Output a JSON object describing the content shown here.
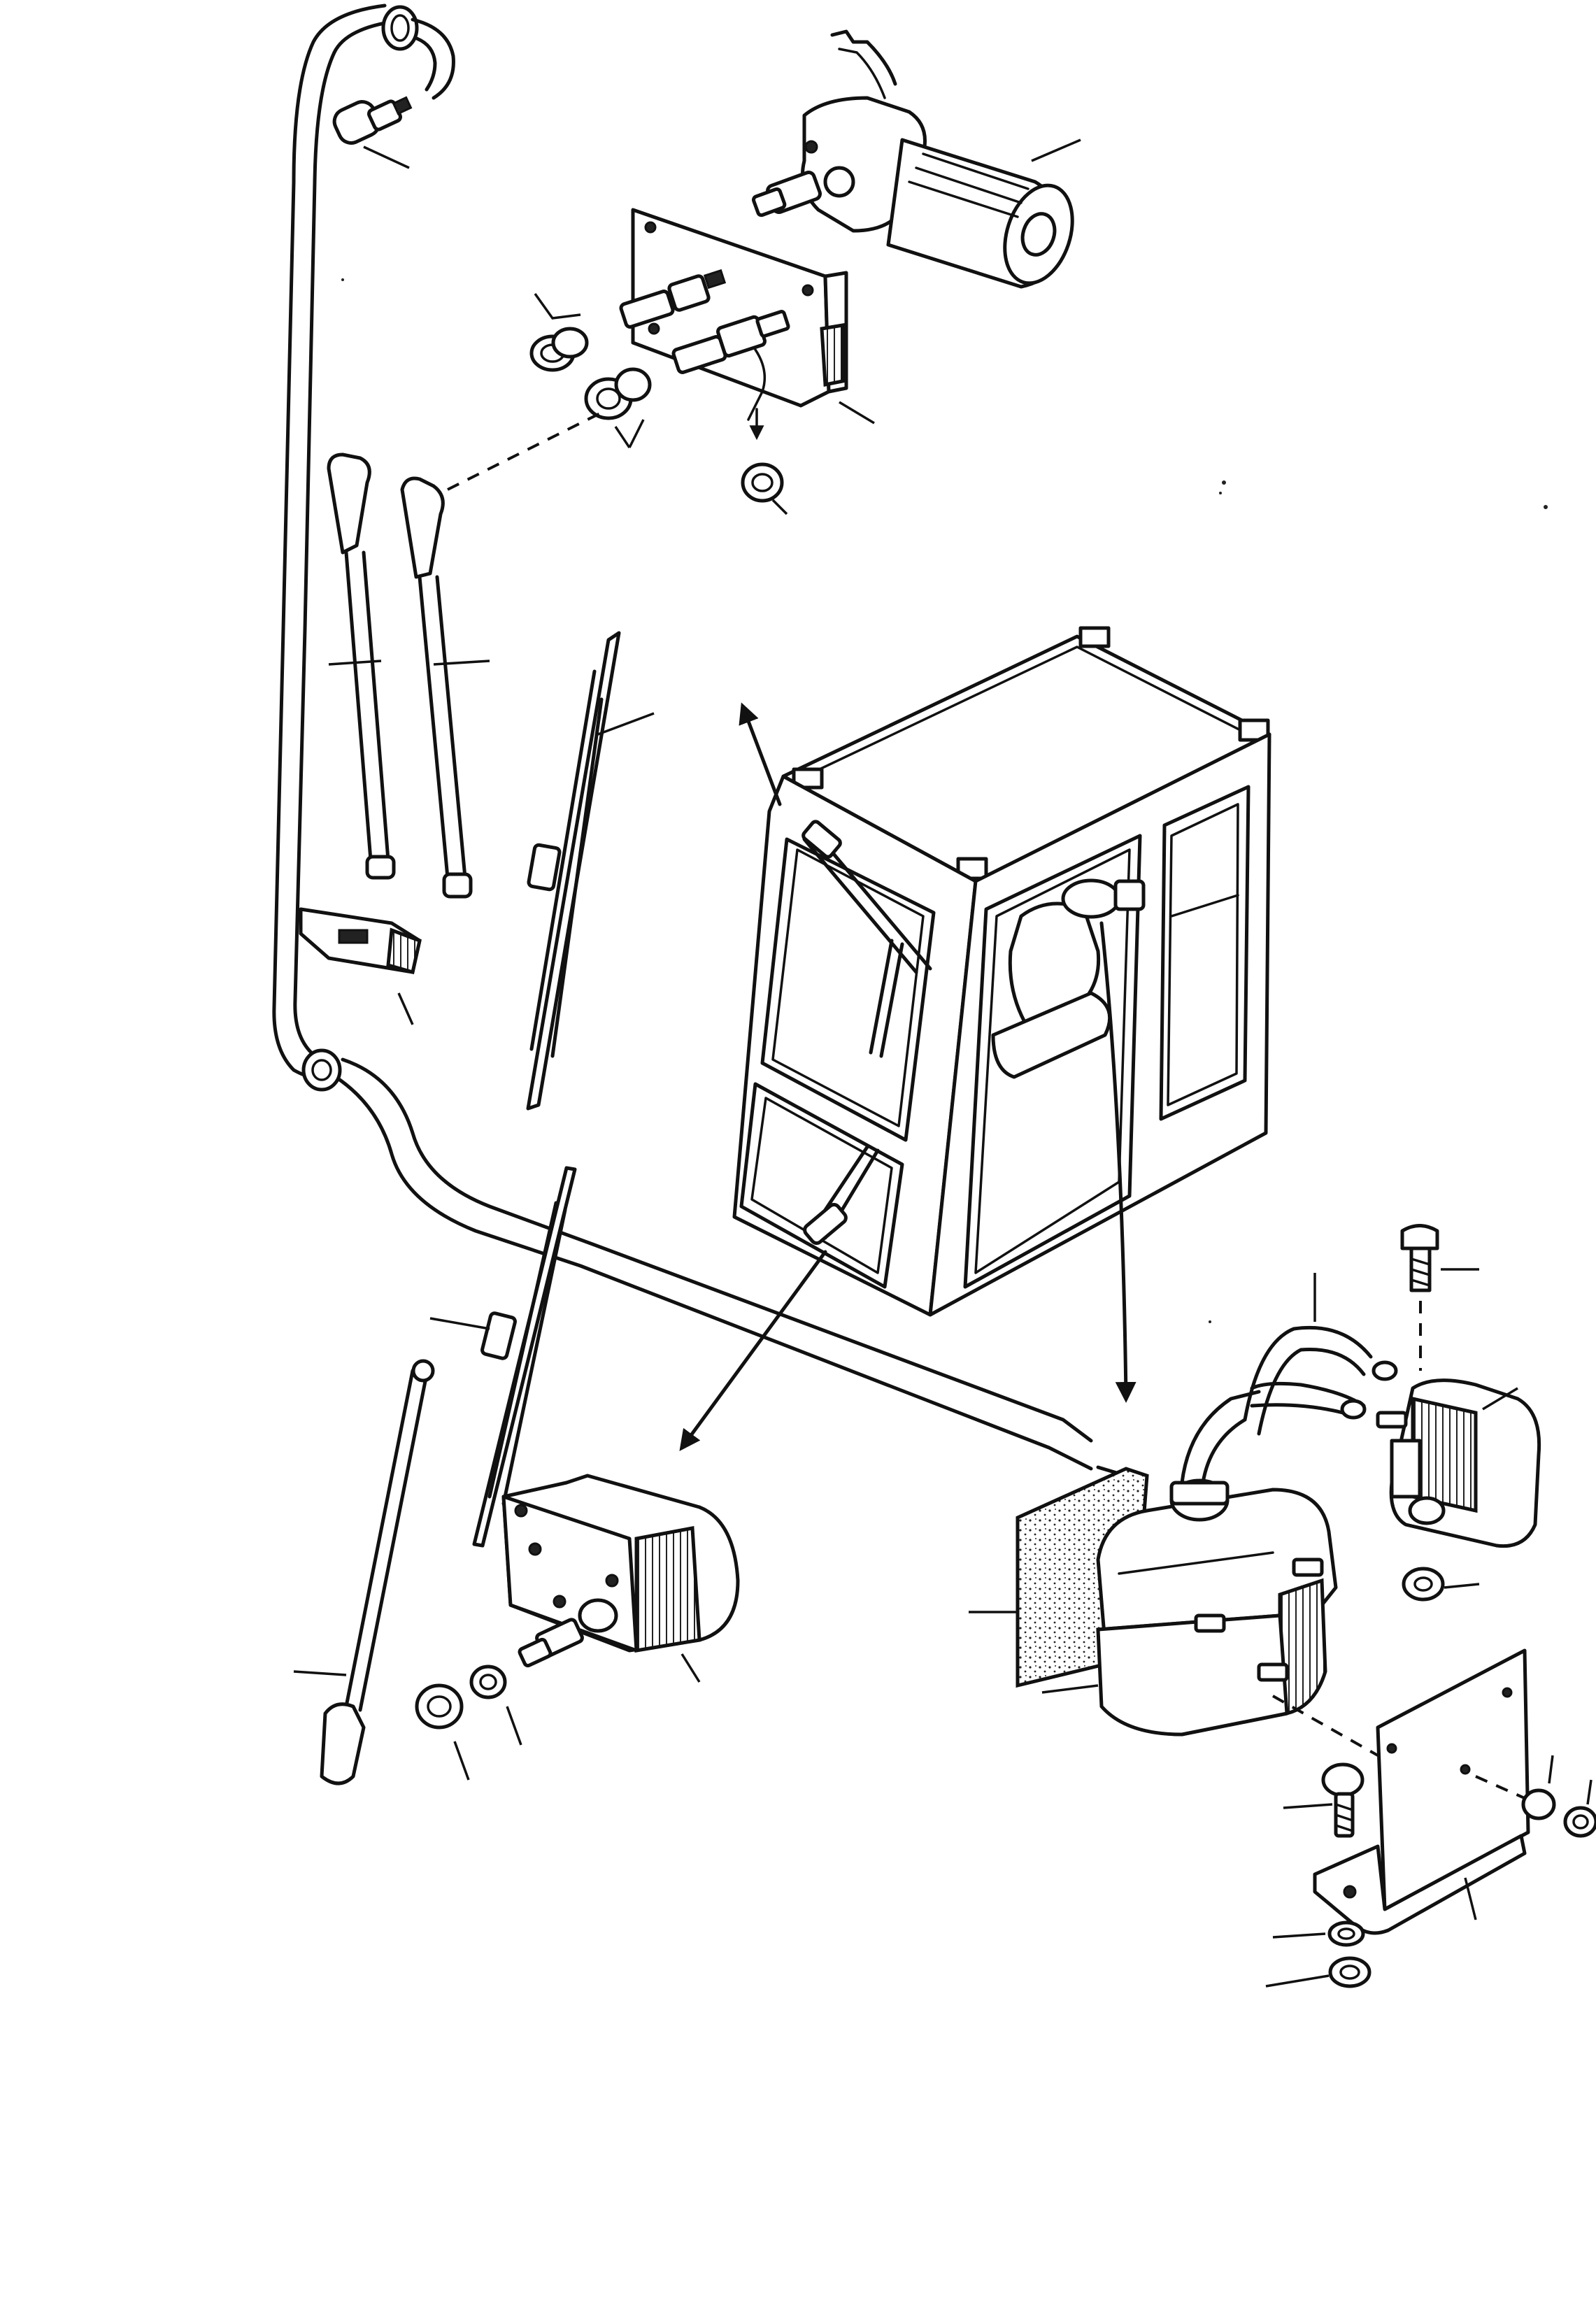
{
  "diagram": {
    "type": "exploded-parts-view",
    "text_labels": [],
    "components": [
      {
        "id": "rear-washer-hose",
        "shape": "hose"
      },
      {
        "id": "rear-washer-jet",
        "shape": "nozzle"
      },
      {
        "id": "rear-wiper-motor",
        "shape": "motor"
      },
      {
        "id": "front-wiper-motor-upper",
        "shape": "motor-housing"
      },
      {
        "id": "spindle-nuts-upper",
        "shape": "nuts"
      },
      {
        "id": "spindle-cap",
        "shape": "cap"
      },
      {
        "id": "wiper-arm-left",
        "shape": "arm"
      },
      {
        "id": "wiper-arm-right",
        "shape": "arm"
      },
      {
        "id": "wiper-blade-upper",
        "shape": "blade"
      },
      {
        "id": "arm-mount-plate",
        "shape": "plate"
      },
      {
        "id": "cab",
        "shape": "cab"
      },
      {
        "id": "hose-grommet",
        "shape": "grommet"
      },
      {
        "id": "wiper-blade-lower",
        "shape": "blade"
      },
      {
        "id": "wiper-arm-lower",
        "shape": "arm"
      },
      {
        "id": "front-wiper-motor-lower",
        "shape": "motor-housing"
      },
      {
        "id": "spindle-nuts-lower",
        "shape": "nuts"
      },
      {
        "id": "washer-reservoir",
        "shape": "tank"
      },
      {
        "id": "insulation-pad",
        "shape": "pad"
      },
      {
        "id": "washer-pump",
        "shape": "pump"
      },
      {
        "id": "reservoir-bracket",
        "shape": "bracket"
      },
      {
        "id": "fixing-screws",
        "shape": "screws"
      },
      {
        "id": "fixing-nuts-washers",
        "shape": "nuts"
      }
    ]
  }
}
